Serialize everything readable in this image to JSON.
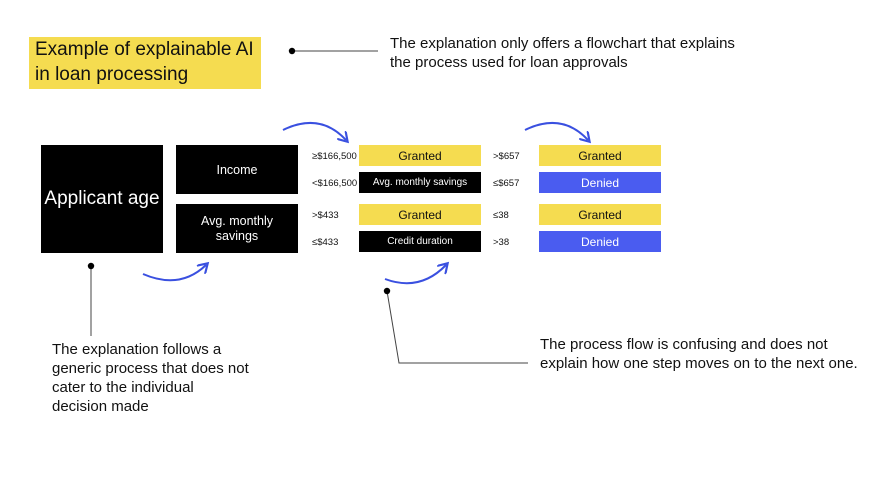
{
  "title": "Example of explainable AI in loan processing",
  "callouts": {
    "top_right": "The explanation only offers a flowchart that explains the process used for loan approvals",
    "bottom_left": "The explanation follows a generic process that does not cater to the individual decision made",
    "bottom_right": "The process flow is confusing and does not explain how one step moves on to the next one."
  },
  "flow": {
    "root": "Applicant age",
    "level1": [
      "Income",
      "Avg. monthly savings"
    ],
    "thresholds1": [
      "≥$166,500",
      "<$166,500",
      ">$433",
      "≤$433"
    ],
    "level2": [
      "Granted",
      "Avg. monthly savings",
      "Granted",
      "Credit duration"
    ],
    "thresholds2": [
      ">$657",
      "≤$657",
      "≤38",
      ">38"
    ],
    "level3": [
      "Granted",
      "Denied",
      "Granted",
      "Denied"
    ]
  },
  "colors": {
    "yellow": "#f5dc50",
    "blue": "#4a5cf0",
    "black": "#000000",
    "arrow": "#3a50e0"
  }
}
